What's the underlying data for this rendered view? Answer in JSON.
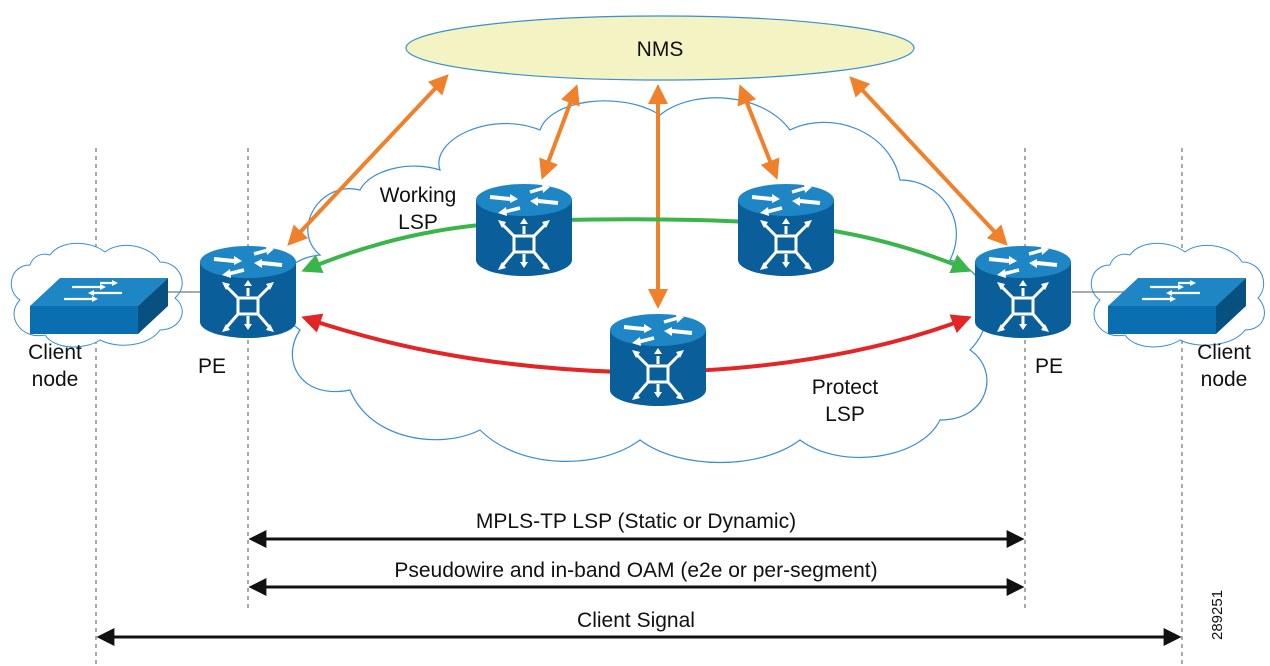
{
  "title": "",
  "nms": {
    "label": "NMS"
  },
  "labels": {
    "client_left": [
      "Client",
      "node"
    ],
    "client_right": [
      "Client",
      "node"
    ],
    "pe_left": "PE",
    "pe_right": "PE",
    "working_lsp": [
      "Working",
      "LSP"
    ],
    "protect_lsp": [
      "Protect",
      "LSP"
    ]
  },
  "spans": {
    "mpls_tp_lsp": "MPLS-TP LSP (Static or Dynamic)",
    "pseudowire": "Pseudowire and in-band OAM (e2e or per-segment)",
    "client_signal": "Client Signal"
  },
  "figure_id": "289251",
  "colors": {
    "management_arrow": "#f0802a",
    "working_path": "#3ab54a",
    "protect_path": "#e42525",
    "router_blue": "#0a6fb0",
    "nms_fill": "#f3f3c4",
    "cloud_stroke": "#3b8ed0"
  },
  "icons": {
    "router": "router-icon",
    "switch": "switch-icon",
    "cloud": "cloud-icon"
  }
}
